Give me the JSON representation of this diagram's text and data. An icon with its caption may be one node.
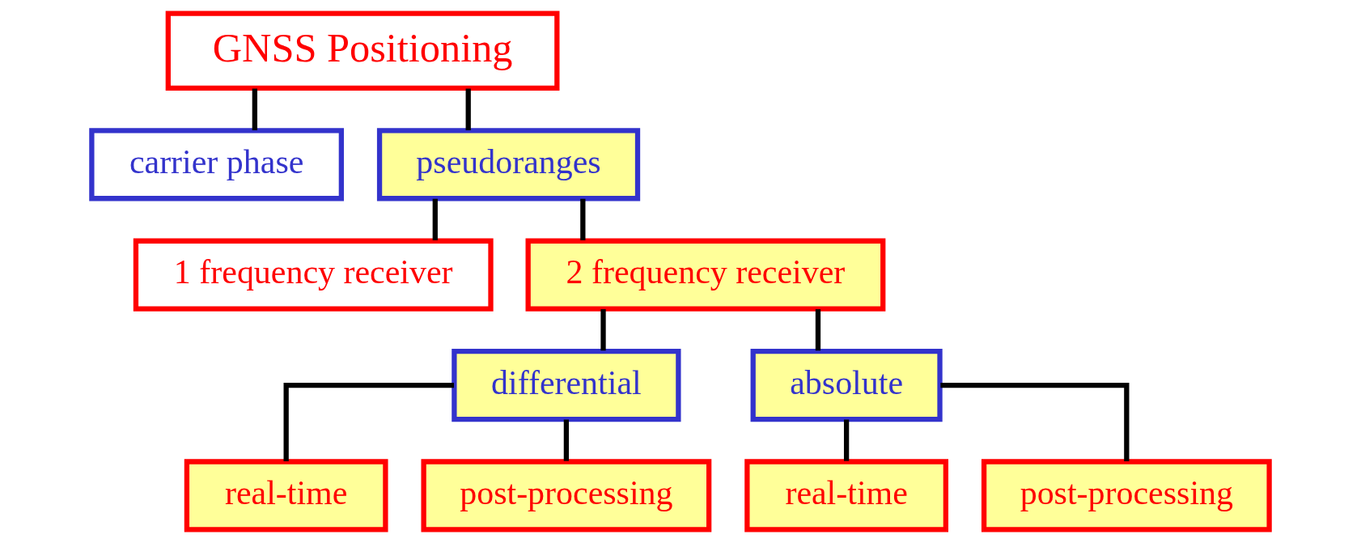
{
  "diagram": {
    "nodes": [
      {
        "text": [
          "GNSS Positioning"
        ]
      },
      {
        "text": [
          "carrier phase"
        ]
      },
      {
        "text": [
          "pseudoranges"
        ]
      },
      {
        "text": [
          "1 frequency receiver"
        ]
      },
      {
        "text": [
          "2 frequency receiver"
        ]
      },
      {
        "text": [
          "differential"
        ]
      },
      {
        "text": [
          "absolute"
        ]
      },
      {
        "text": [
          "real-time"
        ]
      },
      {
        "text": [
          "post-processing"
        ]
      },
      {
        "text": [
          "real-time"
        ]
      },
      {
        "text": [
          "post-processing"
        ]
      }
    ],
    "edges": [
      {
        "from": 0,
        "to": 1,
        "arrow": "none"
      },
      {
        "from": 0,
        "to": 2,
        "arrow": "none"
      },
      {
        "from": 2,
        "to": 3,
        "arrow": "none"
      },
      {
        "from": 2,
        "to": 4,
        "arrow": "none"
      },
      {
        "from": 4,
        "to": 5,
        "arrow": "none"
      },
      {
        "from": 4,
        "to": 6,
        "arrow": "none"
      },
      {
        "from": 5,
        "to": 7,
        "arrow": "none"
      },
      {
        "from": 5,
        "to": 8,
        "arrow": "none"
      },
      {
        "from": 6,
        "to": 9,
        "arrow": "none"
      },
      {
        "from": 6,
        "to": 10,
        "arrow": "none"
      }
    ]
  }
}
